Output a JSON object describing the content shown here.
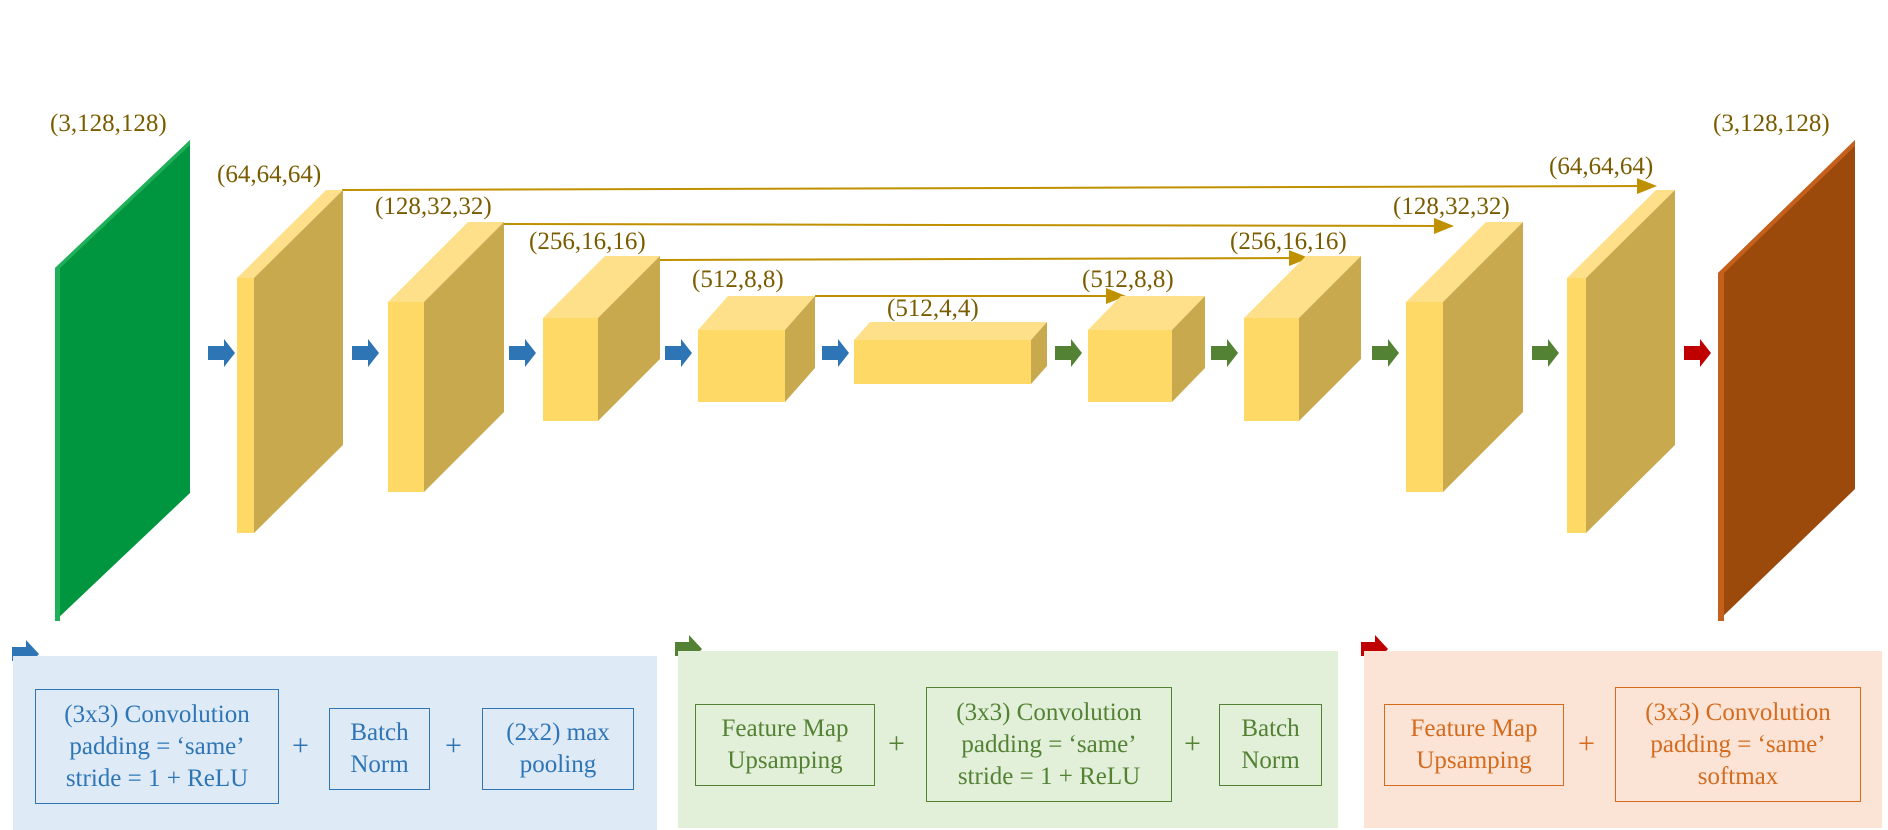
{
  "layers": [
    {
      "label": "(3,128,128)"
    },
    {
      "label": "(64,64,64)"
    },
    {
      "label": "(128,32,32)"
    },
    {
      "label": "(256,16,16)"
    },
    {
      "label": "(512,8,8)"
    },
    {
      "label": "(512,4,4)"
    },
    {
      "label": "(512,8,8)"
    },
    {
      "label": "(256,16,16)"
    },
    {
      "label": "(128,32,32)"
    },
    {
      "label": "(64,64,64)"
    },
    {
      "label": "(3,128,128)"
    }
  ],
  "colors": {
    "input_front": "#00963f",
    "input_side": "#21b05a",
    "block_front": "#ffd966",
    "block_side": "#c9a94e",
    "block_top": "#ffe08a",
    "output_front": "#9c4a0c",
    "output_side": "#c5601c",
    "arrow_down": "#2e75b6",
    "arrow_up": "#548235",
    "arrow_out": "#c00000",
    "skip_line": "#bf9000"
  },
  "legend": {
    "down": {
      "conv": [
        "(3x3) Convolution",
        "padding = ‘same’",
        "stride = 1 + ReLU"
      ],
      "plus": "+",
      "bn": [
        "Batch",
        "Norm"
      ],
      "pool": [
        "(2x2) max",
        "pooling"
      ]
    },
    "up": {
      "upsample": [
        "Feature Map",
        "Upsamping"
      ],
      "plus": "+",
      "conv": [
        "(3x3) Convolution",
        "padding = ‘same’",
        "stride = 1 + ReLU"
      ],
      "bn": [
        "Batch",
        "Norm"
      ]
    },
    "out": {
      "upsample": [
        "Feature Map",
        "Upsamping"
      ],
      "plus": "+",
      "conv": [
        "(3x3) Convolution",
        "padding = ‘same’",
        "softmax"
      ]
    }
  }
}
